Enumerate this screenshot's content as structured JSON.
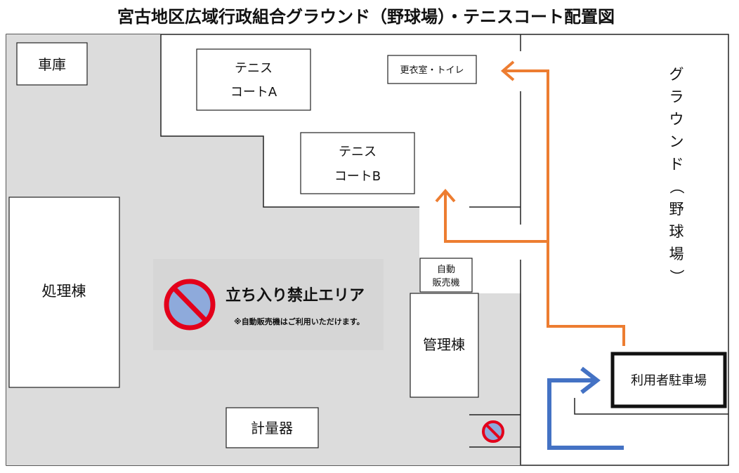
{
  "title": "宮古地区広域行政組合グラウンド（野球場）・テニスコート配置図",
  "facilities": {
    "garage": "車庫",
    "tennis_a_line1": "テニス",
    "tennis_a_line2": "コートA",
    "tennis_b_line1": "テニス",
    "tennis_b_line2": "コートB",
    "changing_toilet": "更衣室・トイレ",
    "processing": "処理棟",
    "vending_line1": "自動",
    "vending_line2": "販売機",
    "management": "管理棟",
    "scale": "計量器",
    "parking": "利用者駐車場",
    "ground_vertical": [
      "グ",
      "ラ",
      "ウ",
      "ン",
      "ド",
      "（",
      "野",
      "球",
      "場",
      "）"
    ]
  },
  "restricted": {
    "label": "立ち入り禁止エリア",
    "note": "※自動販売機はご利用いただけます。"
  },
  "colors": {
    "restricted_fill": "#dcdcdc",
    "orange_route": "#ed7d31",
    "blue_route": "#4472c4",
    "prohibition_red": "#e3001b",
    "prohibition_inner": "#8eaadb"
  }
}
